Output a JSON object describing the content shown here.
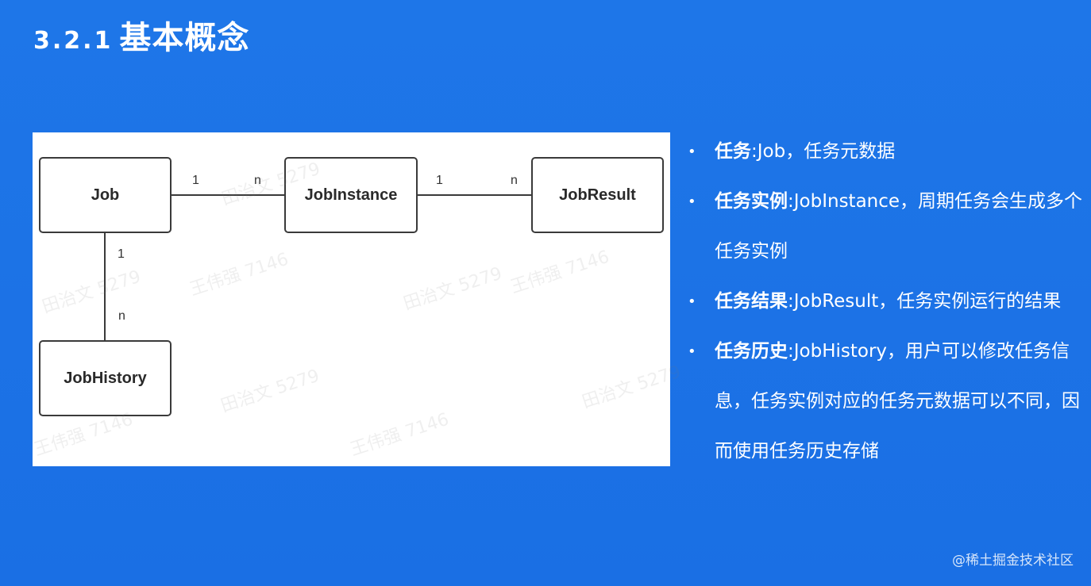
{
  "slide": {
    "section_number": "3.2.1",
    "title": "基本概念"
  },
  "diagram": {
    "nodes": {
      "job": "Job",
      "job_instance": "JobInstance",
      "job_result": "JobResult",
      "job_history": "JobHistory"
    },
    "relations": [
      {
        "from": "job",
        "to": "job_instance",
        "from_mult": "1",
        "to_mult": "n"
      },
      {
        "from": "job_instance",
        "to": "job_result",
        "from_mult": "1",
        "to_mult": "n"
      },
      {
        "from": "job",
        "to": "job_history",
        "from_mult": "1",
        "to_mult": "n"
      }
    ]
  },
  "bullets": [
    {
      "term": "任务",
      "sep": ":",
      "desc": "Job，任务元数据"
    },
    {
      "term": "任务实例",
      "sep": ":",
      "desc": "JobInstance，周期任务会生成多个任务实例"
    },
    {
      "term": "任务结果",
      "sep": ":",
      "desc": "JobResult，任务实例运行的结果"
    },
    {
      "term": "任务历史",
      "sep": ":",
      "desc": "JobHistory，用户可以修改任务信息，任务实例对应的任务元数据可以不同，因而使用任务历史存储"
    }
  ],
  "bullet_glyph": "•",
  "watermark_texts": {
    "a": "田治文 5279",
    "b": "王伟强 7146"
  },
  "footer": {
    "text": "@稀土掘金技术社区"
  },
  "colors": {
    "background": "#1f73e6",
    "panel": "#ffffff",
    "box_border": "#3a3a3a",
    "text_light": "#ffffff"
  }
}
